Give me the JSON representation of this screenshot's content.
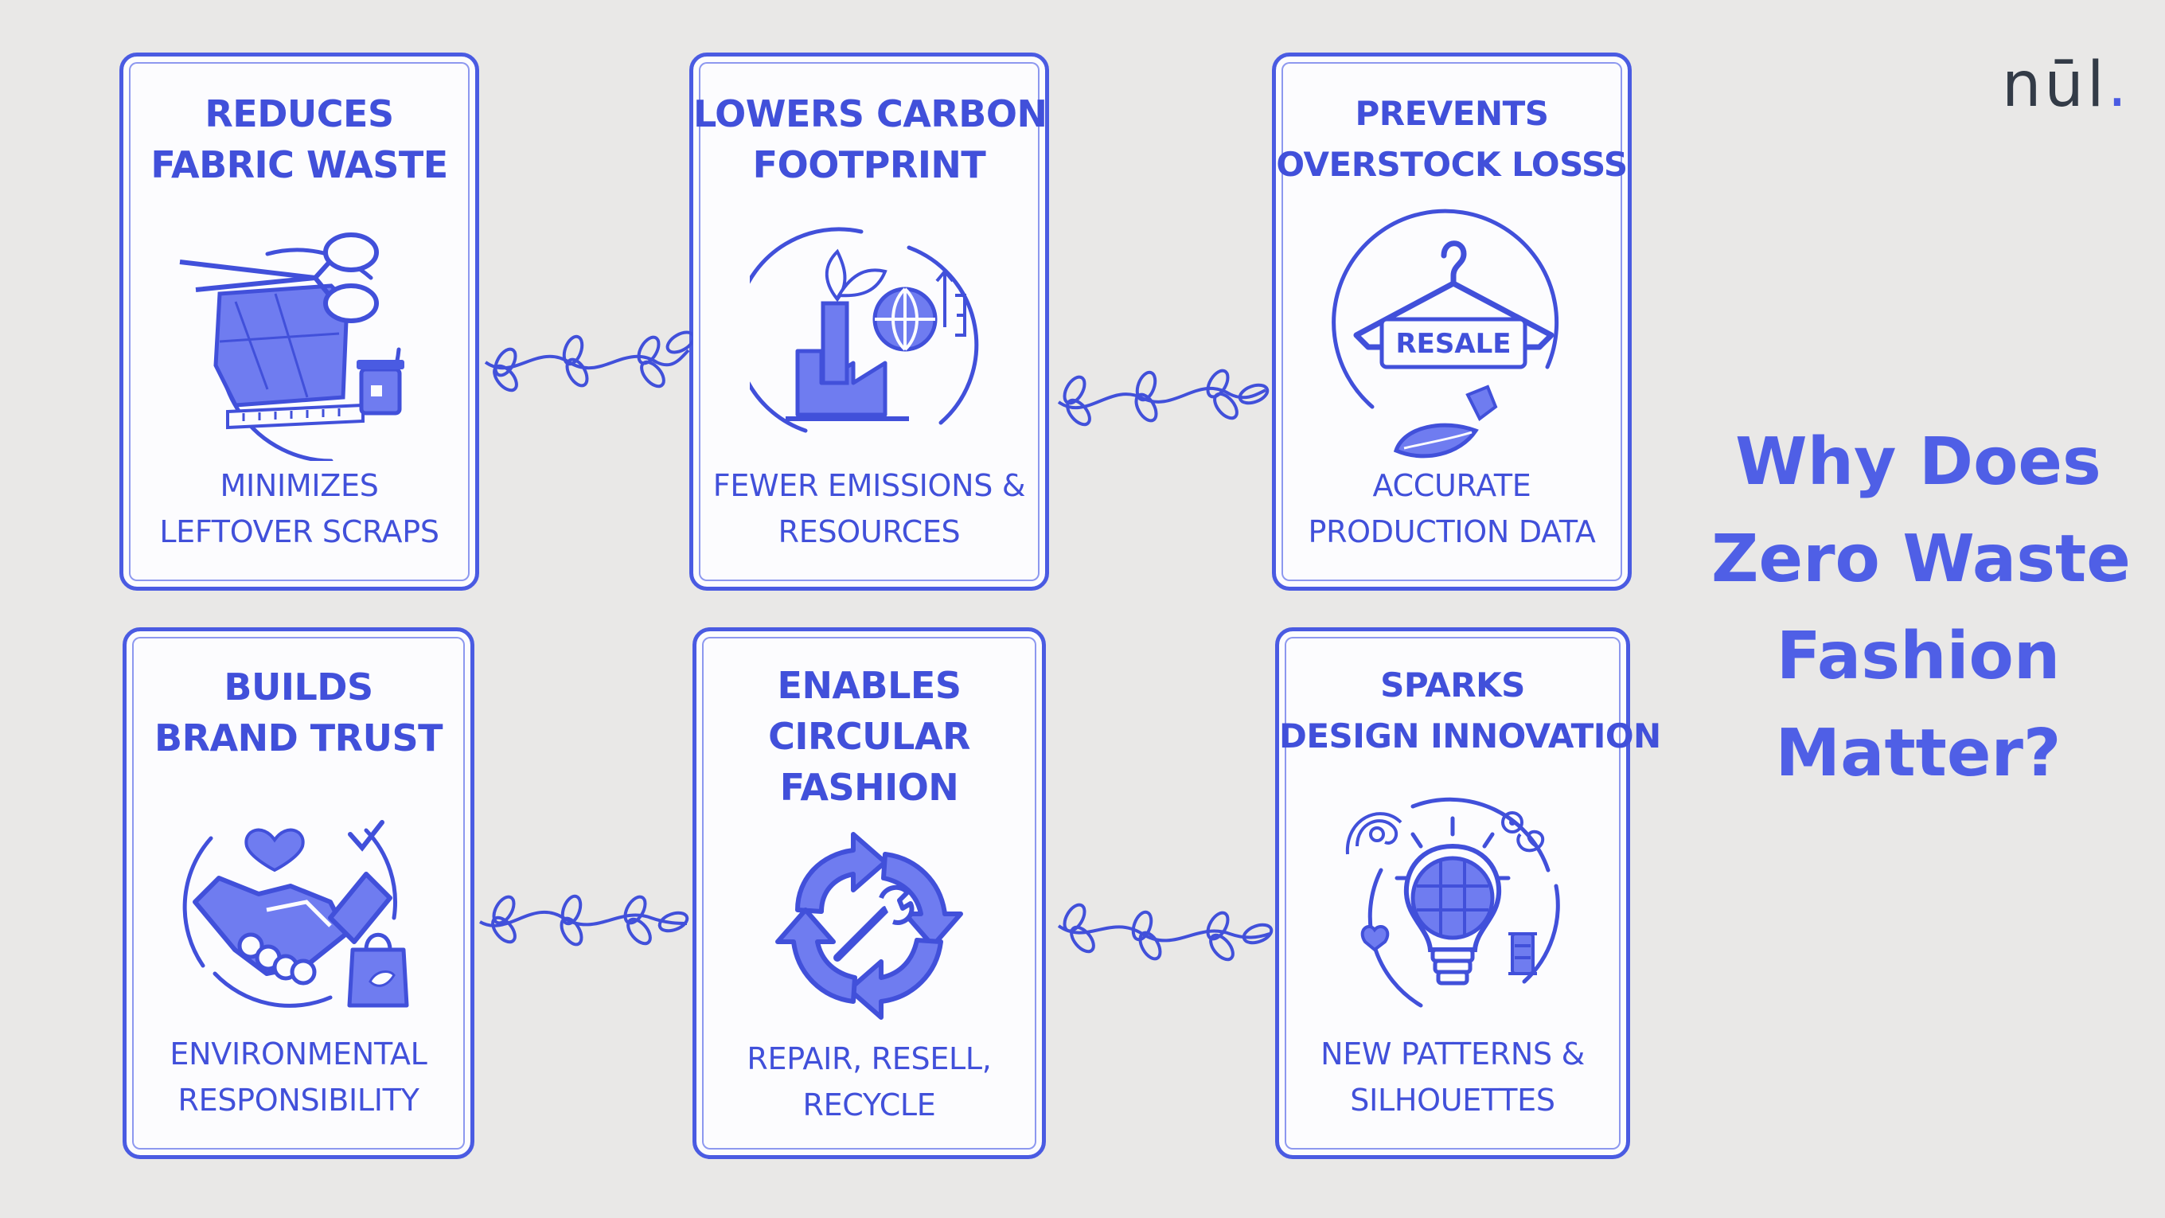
{
  "brand": {
    "logo": "nūl",
    "logo_dot": "."
  },
  "headline": {
    "line1": "Why Does",
    "line2": "Zero Waste",
    "line3": "Fashion",
    "line4": "Matter?"
  },
  "cards": [
    {
      "title": [
        "REDUCES",
        "FABRIC WASTE"
      ],
      "subtitle": [
        "MINIMIZES",
        "LEFTOVER SCRAPS"
      ],
      "icon": "scissors-fabric-icon"
    },
    {
      "title": [
        "LOWERS CARBON",
        "FOOTPRINT"
      ],
      "subtitle": [
        "FEWER EMISSIONS &",
        "RESOURCES"
      ],
      "icon": "factory-globe-icon"
    },
    {
      "title": [
        "PREVENTS",
        "OVERSTOCK LOSSS"
      ],
      "subtitle": [
        "ACCURATE",
        "PRODUCTION DATA"
      ],
      "icon": "hanger-resale-icon",
      "icon_label": "RESALE"
    },
    {
      "title": [
        "BUILDS",
        "BRAND TRUST"
      ],
      "subtitle": [
        "ENVIRONMENTAL",
        "RESPONSIBILITY"
      ],
      "icon": "handshake-icon"
    },
    {
      "title": [
        "ENABLES",
        "CIRCULAR",
        "FASHION"
      ],
      "subtitle": [
        "REPAIR, RESELL,",
        "RECYCLE"
      ],
      "icon": "recycle-arrows-icon"
    },
    {
      "title": [
        "SPARKS",
        "DESIGN INNOVATION"
      ],
      "subtitle": [
        "NEW PATTERNS &",
        "SILHOUETTES"
      ],
      "icon": "lightbulb-idea-icon"
    }
  ],
  "colors": {
    "accent": "#4a5be2",
    "text": "#4150da",
    "background": "#e9e8e7",
    "icon_fill": "#6f7cf0"
  }
}
